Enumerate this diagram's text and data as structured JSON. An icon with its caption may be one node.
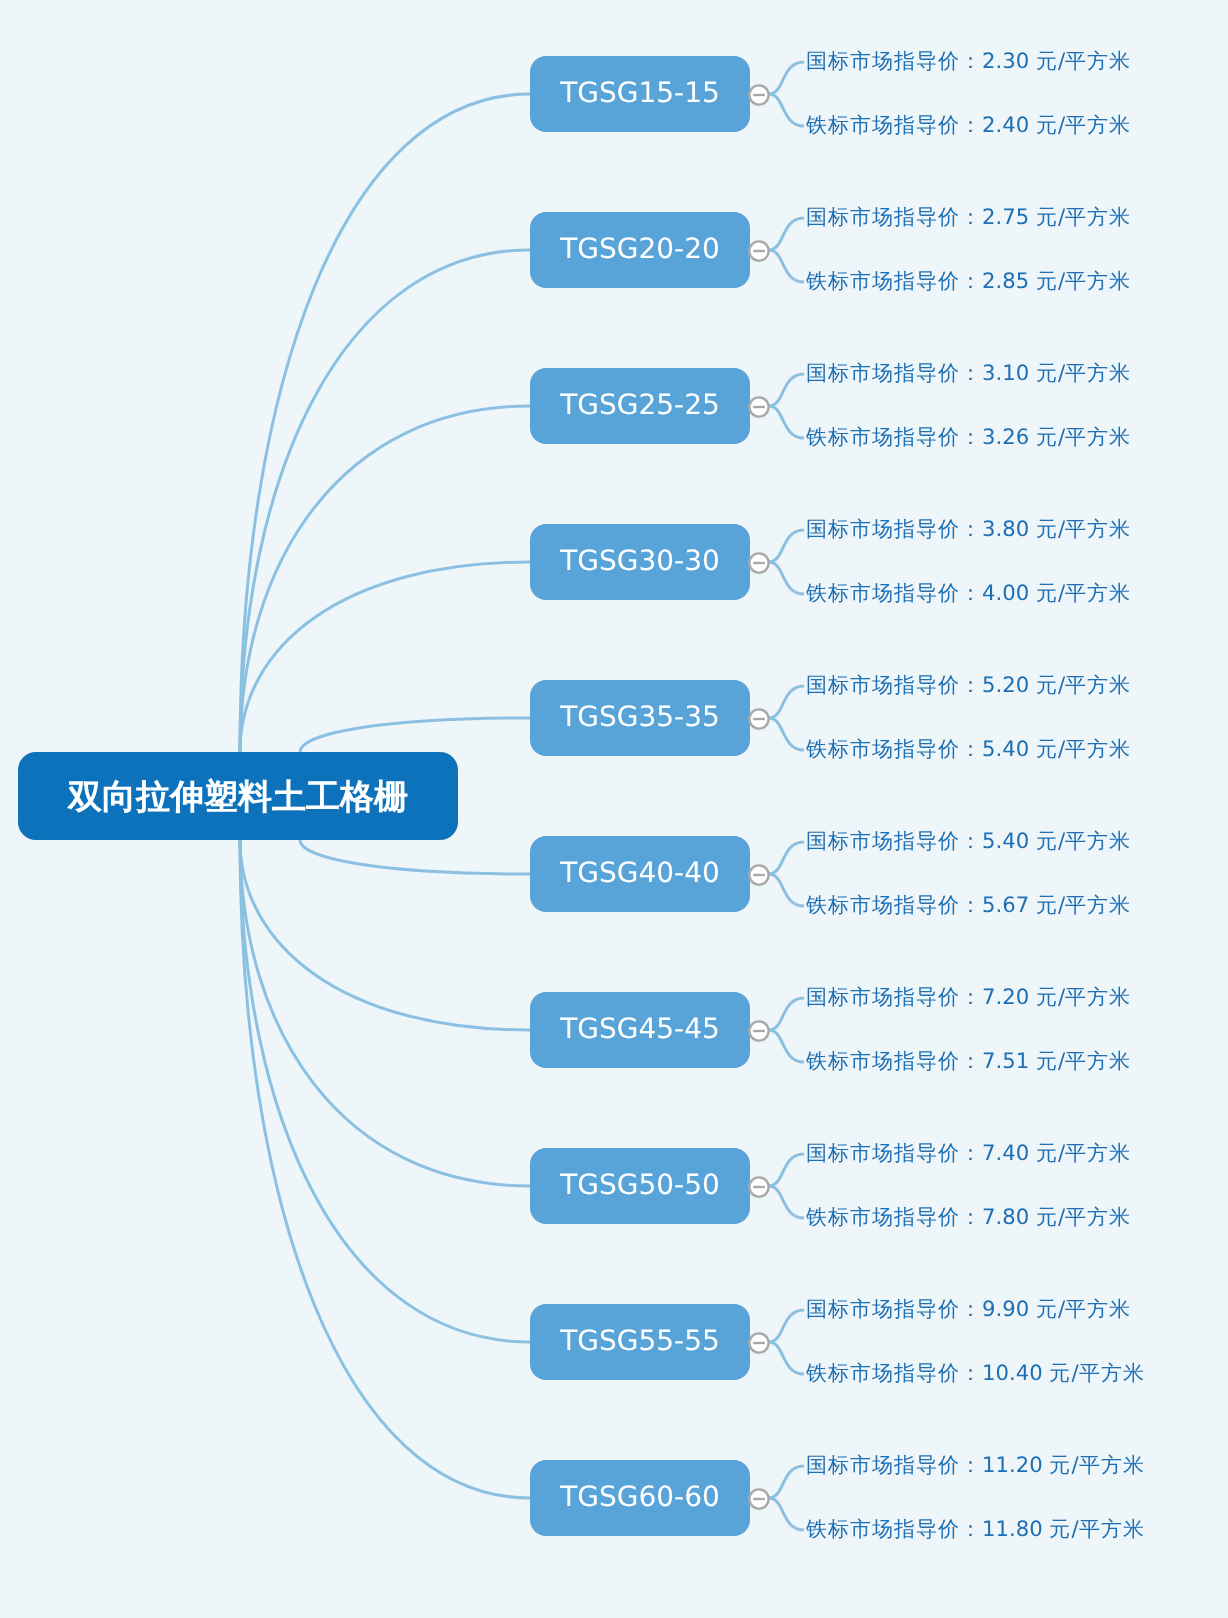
{
  "diagram": {
    "nodes": [
      {
        "text": [
          "双向拉伸塑料土工格栅"
        ]
      },
      {
        "text": [
          "TGSG15-15"
        ]
      },
      {
        "text": [
          "国标市场指导价：2.30 元/平方米"
        ]
      },
      {
        "text": [
          "铁标市场指导价：2.40 元/平方米"
        ]
      },
      {
        "text": [
          "TGSG20-20"
        ]
      },
      {
        "text": [
          "国标市场指导价：2.75 元/平方米"
        ]
      },
      {
        "text": [
          "铁标市场指导价：2.85 元/平方米"
        ]
      },
      {
        "text": [
          "TGSG25-25"
        ]
      },
      {
        "text": [
          "国标市场指导价：3.10 元/平方米"
        ]
      },
      {
        "text": [
          "铁标市场指导价：3.26 元/平方米"
        ]
      },
      {
        "text": [
          "TGSG30-30"
        ]
      },
      {
        "text": [
          "国标市场指导价：3.80 元/平方米"
        ]
      },
      {
        "text": [
          "铁标市场指导价：4.00 元/平方米"
        ]
      },
      {
        "text": [
          "TGSG35-35"
        ]
      },
      {
        "text": [
          "国标市场指导价：5.20 元/平方米"
        ]
      },
      {
        "text": [
          "铁标市场指导价：5.40 元/平方米"
        ]
      },
      {
        "text": [
          "TGSG40-40"
        ]
      },
      {
        "text": [
          "国标市场指导价：5.40 元/平方米"
        ]
      },
      {
        "text": [
          "铁标市场指导价：5.67 元/平方米"
        ]
      },
      {
        "text": [
          "TGSG45-45"
        ]
      },
      {
        "text": [
          "国标市场指导价：7.20 元/平方米"
        ]
      },
      {
        "text": [
          "铁标市场指导价：7.51 元/平方米"
        ]
      },
      {
        "text": [
          "TGSG50-50"
        ]
      },
      {
        "text": [
          "国标市场指导价：7.40 元/平方米"
        ]
      },
      {
        "text": [
          "铁标市场指导价：7.80 元/平方米"
        ]
      },
      {
        "text": [
          "TGSG55-55"
        ]
      },
      {
        "text": [
          "国标市场指导价：9.90 元/平方米"
        ]
      },
      {
        "text": [
          "铁标市场指导价：10.40 元/平方米"
        ]
      },
      {
        "text": [
          "TGSG60-60"
        ]
      },
      {
        "text": [
          "国标市场指导价：11.20 元/平方米"
        ]
      },
      {
        "text": [
          "铁标市场指导价：11.80 元/平方米"
        ]
      }
    ],
    "edges": [
      {
        "from": 0,
        "to": 1,
        "arrow": "none"
      },
      {
        "from": 1,
        "to": 2,
        "arrow": "none"
      },
      {
        "from": 1,
        "to": 3,
        "arrow": "none"
      },
      {
        "from": 0,
        "to": 4,
        "arrow": "none"
      },
      {
        "from": 4,
        "to": 5,
        "arrow": "none"
      },
      {
        "from": 4,
        "to": 6,
        "arrow": "none"
      },
      {
        "from": 0,
        "to": 7,
        "arrow": "none"
      },
      {
        "from": 7,
        "to": 8,
        "arrow": "none"
      },
      {
        "from": 7,
        "to": 9,
        "arrow": "none"
      },
      {
        "from": 0,
        "to": 10,
        "arrow": "none"
      },
      {
        "from": 10,
        "to": 11,
        "arrow": "none"
      },
      {
        "from": 10,
        "to": 12,
        "arrow": "none"
      },
      {
        "from": 0,
        "to": 13,
        "arrow": "none"
      },
      {
        "from": 13,
        "to": 14,
        "arrow": "none"
      },
      {
        "from": 13,
        "to": 15,
        "arrow": "none"
      },
      {
        "from": 0,
        "to": 16,
        "arrow": "none"
      },
      {
        "from": 16,
        "to": 17,
        "arrow": "none"
      },
      {
        "from": 16,
        "to": 18,
        "arrow": "none"
      },
      {
        "from": 0,
        "to": 19,
        "arrow": "none"
      },
      {
        "from": 19,
        "to": 20,
        "arrow": "none"
      },
      {
        "from": 19,
        "to": 21,
        "arrow": "none"
      },
      {
        "from": 0,
        "to": 22,
        "arrow": "none"
      },
      {
        "from": 22,
        "to": 23,
        "arrow": "none"
      },
      {
        "from": 22,
        "to": 24,
        "arrow": "none"
      },
      {
        "from": 0,
        "to": 25,
        "arrow": "none"
      },
      {
        "from": 25,
        "to": 26,
        "arrow": "none"
      },
      {
        "from": 25,
        "to": 27,
        "arrow": "none"
      },
      {
        "from": 0,
        "to": 28,
        "arrow": "none"
      },
      {
        "from": 28,
        "to": 29,
        "arrow": "none"
      },
      {
        "from": 28,
        "to": 30,
        "arrow": "none"
      }
    ]
  }
}
